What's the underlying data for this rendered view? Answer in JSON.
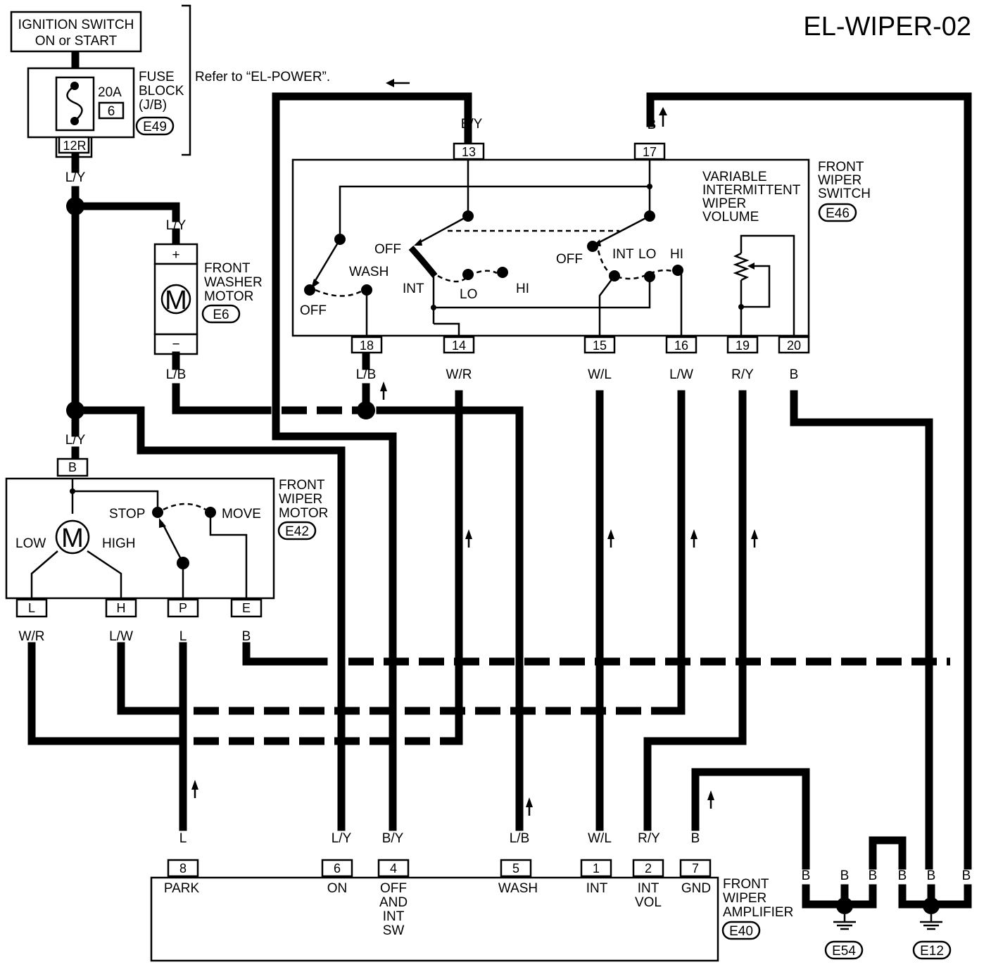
{
  "title": "EL-WIPER-02",
  "ignition": {
    "line1": "IGNITION SWITCH",
    "line2": "ON or START"
  },
  "fuse_block": {
    "line1": "FUSE",
    "line2": "BLOCK",
    "line3": "(J/B)",
    "connector": "E49",
    "amp": "20A",
    "fuse_no": "6",
    "terminal": "12R"
  },
  "refer": "Refer to “EL-POWER”.",
  "washer_motor": {
    "line1": "FRONT",
    "line2": "WASHER",
    "line3": "MOTOR",
    "connector": "E6",
    "plus": "+",
    "minus": "−",
    "m": "M"
  },
  "wiper_motor": {
    "line1": "FRONT",
    "line2": "WIPER",
    "line3": "MOTOR",
    "connector": "E42",
    "m": "M",
    "low": "LOW",
    "high": "HIGH",
    "stop": "STOP",
    "move": "MOVE",
    "term_b": "B",
    "term_l": "L",
    "term_h": "H",
    "term_p": "P",
    "term_e": "E"
  },
  "wiper_switch": {
    "line1": "FRONT",
    "line2": "WIPER",
    "line3": "SWITCH",
    "connector": "E46",
    "volume": [
      "VARIABLE",
      "INTERMITTENT",
      "WIPER",
      "VOLUME"
    ],
    "off": "OFF",
    "wash": "WASH",
    "int": "INT",
    "lo": "LO",
    "hi": "HI",
    "terminals": [
      "13",
      "17",
      "18",
      "14",
      "15",
      "16",
      "19",
      "20"
    ]
  },
  "amplifier": {
    "line1": "FRONT",
    "line2": "WIPER",
    "line3": "AMPLIFIER",
    "connector": "E40",
    "terminals": [
      "8",
      "6",
      "4",
      "5",
      "1",
      "2",
      "7"
    ],
    "park": "PARK",
    "on": "ON",
    "off_int_sw": [
      "OFF",
      "AND",
      "INT",
      "SW"
    ],
    "wash": "WASH",
    "int": "INT",
    "int_vol": [
      "INT",
      "VOL"
    ],
    "gnd": "GND"
  },
  "grounds": [
    "E54",
    "E12"
  ],
  "wire_colors": {
    "ly": "L/Y",
    "lb": "L/B",
    "by": "B/Y",
    "b": "B",
    "wr": "W/R",
    "wl": "W/L",
    "lw": "L/W",
    "ry": "R/Y",
    "l": "L"
  }
}
